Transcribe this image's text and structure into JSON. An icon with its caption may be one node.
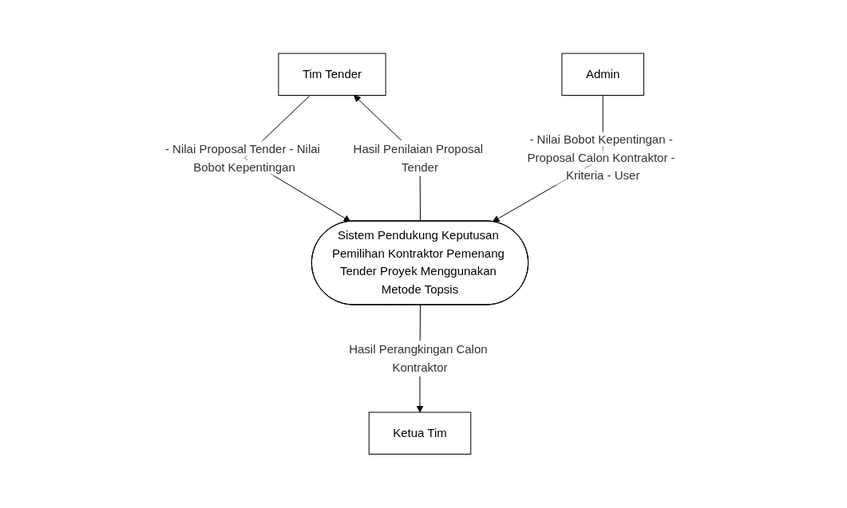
{
  "diagram": {
    "nodes": [
      {
        "text": [
          "Tim Tender"
        ]
      },
      {
        "text": [
          "Admin"
        ]
      },
      {
        "text": [
          "Sistem Pendukung Keputusan Pemilihan Kontraktor Pemenang Tender Proyek Menggunakan Metode Topsis"
        ]
      },
      {
        "text": [
          "Ketua Tim"
        ]
      }
    ],
    "edges": [
      {
        "from": 0,
        "to": 2,
        "arrow": "to",
        "label": "- Nilai Proposal Tender - Nilai Bobot Kepentingan"
      },
      {
        "from": 1,
        "to": 2,
        "arrow": "to",
        "label": "- Nilai Bobot Kepentingan - Proposal Calon Kontraktor - Kriteria - User"
      },
      {
        "from": 2,
        "to": 0,
        "arrow": "to",
        "label": "Hasil Penilaian Proposal Tender"
      },
      {
        "from": 2,
        "to": 3,
        "arrow": "to",
        "label": "Hasil Perangkingan Calon Kontraktor"
      }
    ]
  }
}
